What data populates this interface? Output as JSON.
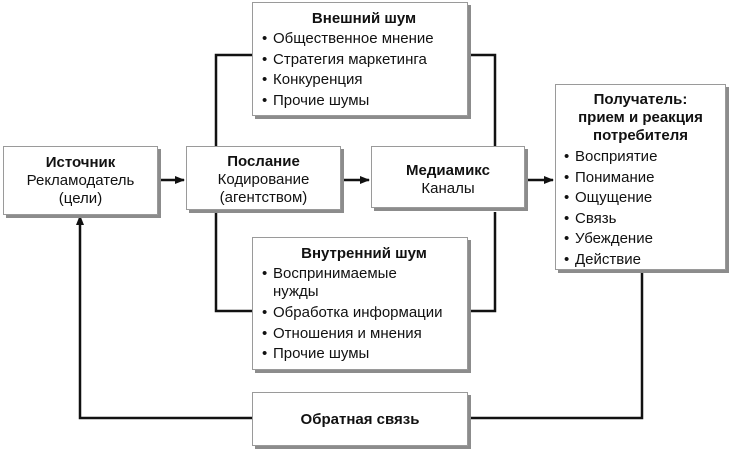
{
  "source": {
    "title": "Источник",
    "lines": [
      "Рекламодатель",
      "(цели)"
    ]
  },
  "message": {
    "title": "Послание",
    "lines": [
      "Кодирование",
      "(агентством)"
    ]
  },
  "mediamix": {
    "title": "Медиамикс",
    "lines": [
      "Каналы"
    ]
  },
  "external_noise": {
    "title": "Внешний шум",
    "items": [
      "Общественное мнение",
      "Стратегия маркетинга",
      "Конкуренция",
      "Прочие шумы"
    ]
  },
  "internal_noise": {
    "title": "Внутренний шум",
    "items": [
      "Воспринимаемые нужды",
      "Обработка информации",
      "Отношения и мнения",
      "Прочие шумы"
    ]
  },
  "receiver": {
    "title_lines": [
      "Получатель:",
      "прием и реакция",
      "потребителя"
    ],
    "items": [
      "Восприятие",
      "Понимание",
      "Ощущение",
      "Связь",
      "Убеждение",
      "Действие"
    ]
  },
  "feedback": {
    "title": "Обратная связь"
  }
}
